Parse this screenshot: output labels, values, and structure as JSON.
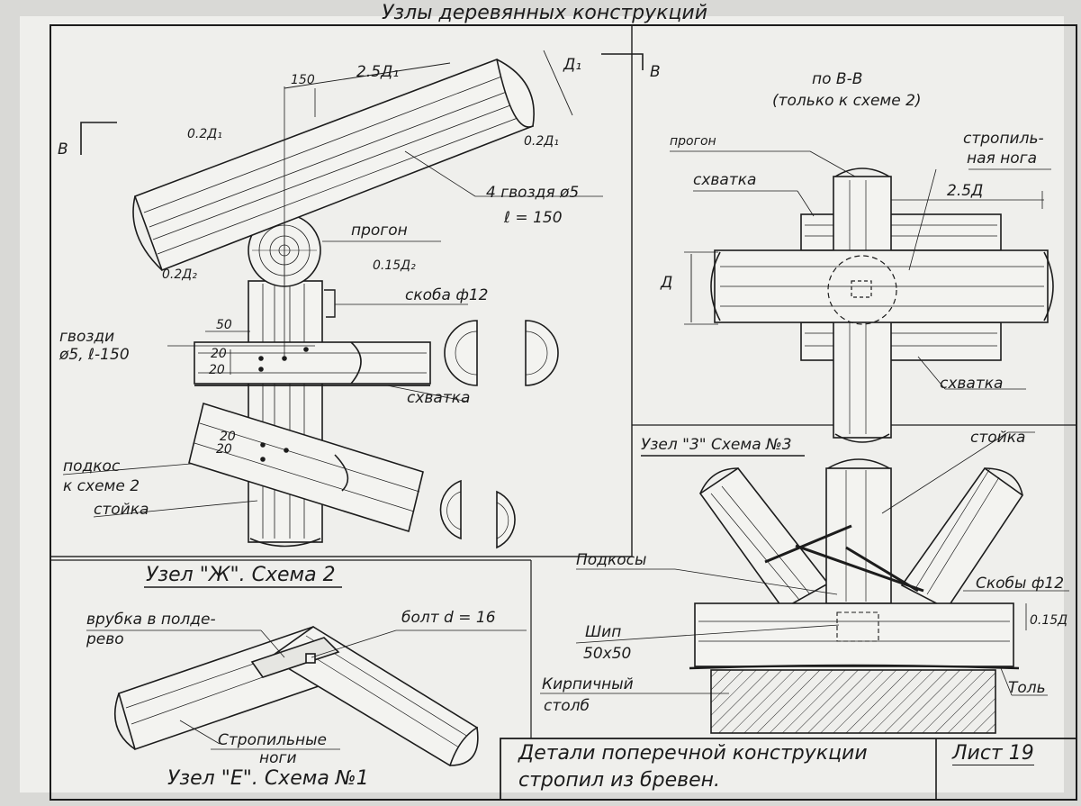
{
  "title": "Узлы деревянных конструкций",
  "section_bb": {
    "title": "по В-В",
    "note": "(только к схеме 2)"
  },
  "section_marker": "В",
  "main_node": {
    "dims": {
      "d150": "150",
      "len": "2.5Д₁",
      "d1": "Д₁",
      "d02a": "0.2Д₁",
      "d02b": "0.2Д₁",
      "d02c": "0.2Д₂",
      "d015": "0.15Д₂",
      "d50": "50",
      "d20a": "20",
      "d20b": "20",
      "d20c": "20",
      "d20d": "20"
    },
    "labels": {
      "nails4": "4 гвоздя ø5",
      "nails4_len": "ℓ = 150",
      "purlin": "прогон",
      "staple": "скоба ф12",
      "nails": "гвозди",
      "nails_spec": "ø5, ℓ-150",
      "clamp": "схватка",
      "brace": "подкос",
      "brace2": "к схеме 2",
      "post": "стойка"
    }
  },
  "bb_view": {
    "purlin": "прогон",
    "clamp_top": "схватка",
    "rafter1": "стропиль-",
    "rafter2": "ная нога",
    "dim_25": "2.5Д",
    "dim_d": "Д",
    "clamp_bottom": "схватка"
  },
  "node3": {
    "title": "Узел \"3\" Схема №3",
    "post": "стойка",
    "braces": "Подкосы",
    "staples": "Скобы ф12",
    "dim": "0.15Д",
    "tenon": "Шип",
    "tenon_size": "50х50",
    "pillar1": "Кирпичный",
    "pillar2": "столб",
    "tar": "Толь"
  },
  "nodeZh": {
    "title": "Узел \"Ж\". Схема 2",
    "notch1": "врубка в полде-",
    "notch2": "рево",
    "bolt": "болт d = 16"
  },
  "nodeE": {
    "title": "Узел \"Е\". Схема №1",
    "rafters1": "Стропильные",
    "rafters2": "ноги"
  },
  "title_block": {
    "line1": "Детали поперечной конструкции",
    "line2": "стропил из бревен.",
    "sheet": "Лист 19"
  }
}
